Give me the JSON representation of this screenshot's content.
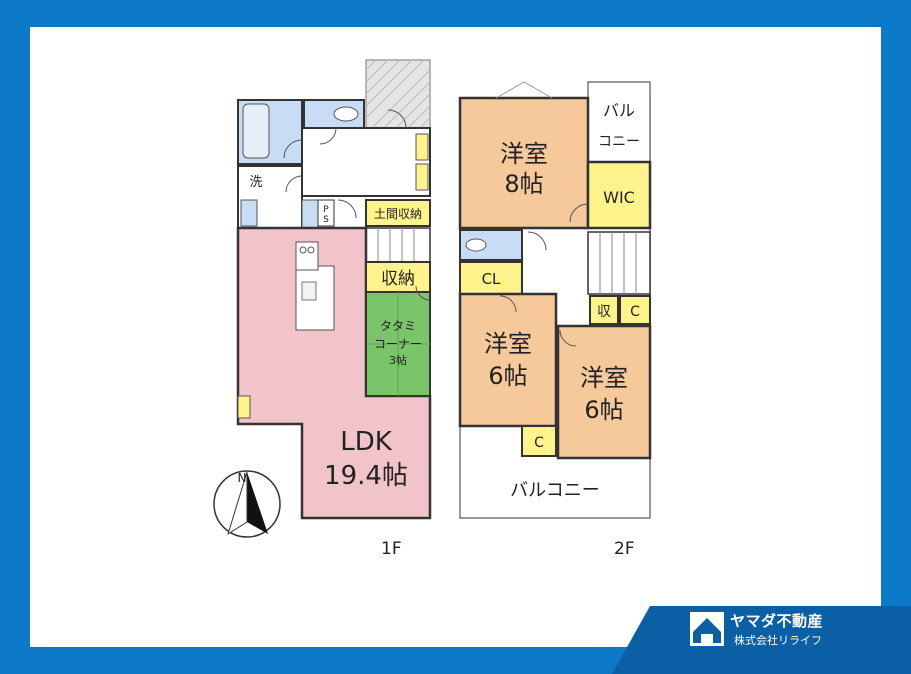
{
  "floors": {
    "first": {
      "label": "1F",
      "rooms": {
        "ldk": {
          "name": "LDK",
          "size": "19.4帖"
        },
        "tatami": {
          "line1": "タタミ",
          "line2": "コーナー",
          "line3": "3帖"
        },
        "storage": "収納",
        "doma_storage": "土間収納",
        "washroom": "洗",
        "ps": "P",
        "ps2": "S"
      },
      "compass": "N"
    },
    "second": {
      "label": "2F",
      "rooms": {
        "western_8": {
          "name": "洋室",
          "size": "8帖"
        },
        "western_6a": {
          "name": "洋室",
          "size": "6帖"
        },
        "western_6b": {
          "name": "洋室",
          "size": "6帖"
        },
        "wic": "WIC",
        "cl": "CL",
        "c1": "C",
        "c2": "C",
        "storage": "収",
        "balcony_small_1": "バル",
        "balcony_small_2": "コニー",
        "balcony": "バルコニー"
      }
    }
  },
  "brand": {
    "name": "ヤマダ不動産",
    "sub": "株式会社リライフ"
  },
  "colors": {
    "border": "#0b78c8",
    "ldk": "#f0c4c8",
    "western": "#f5c99a",
    "closet": "#fff38c",
    "tatami": "#7ac46a",
    "wet": "#c8dcf5"
  }
}
